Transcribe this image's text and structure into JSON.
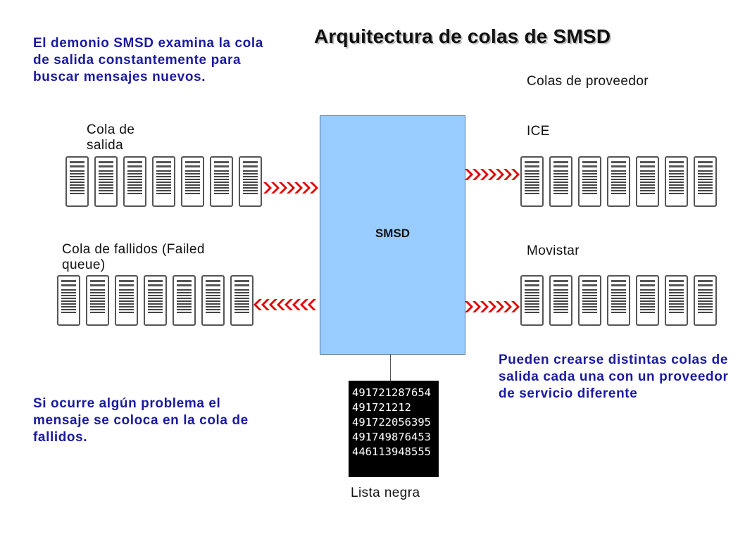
{
  "title": "Arquitectura de colas de SMSD",
  "notes": {
    "top_left": "El demonio SMSD examina la cola de salida constantemente para buscar mensajes nuevos.",
    "bottom_left": "Si ocurre algún problema el mensaje se coloca en la cola de fallidos.",
    "bottom_right": "Pueden crearse distintas colas de salida cada una con un proveedor de servicio diferente"
  },
  "labels": {
    "outbox": "Cola de salida",
    "failed": "Cola de fallidos (Failed queue)",
    "provider_queues": "Colas de proveedor",
    "ice": "ICE",
    "movistar": "Movistar",
    "blacklist": "Lista negra"
  },
  "smsd_label": "SMSD",
  "blacklist_numbers": [
    "491721287654",
    "491721212",
    "491722056395",
    "491749876453",
    "446113948555"
  ],
  "colors": {
    "note_text": "#1a1aa0",
    "smsd_box": "#99ccff",
    "arrow": "#e00000"
  }
}
